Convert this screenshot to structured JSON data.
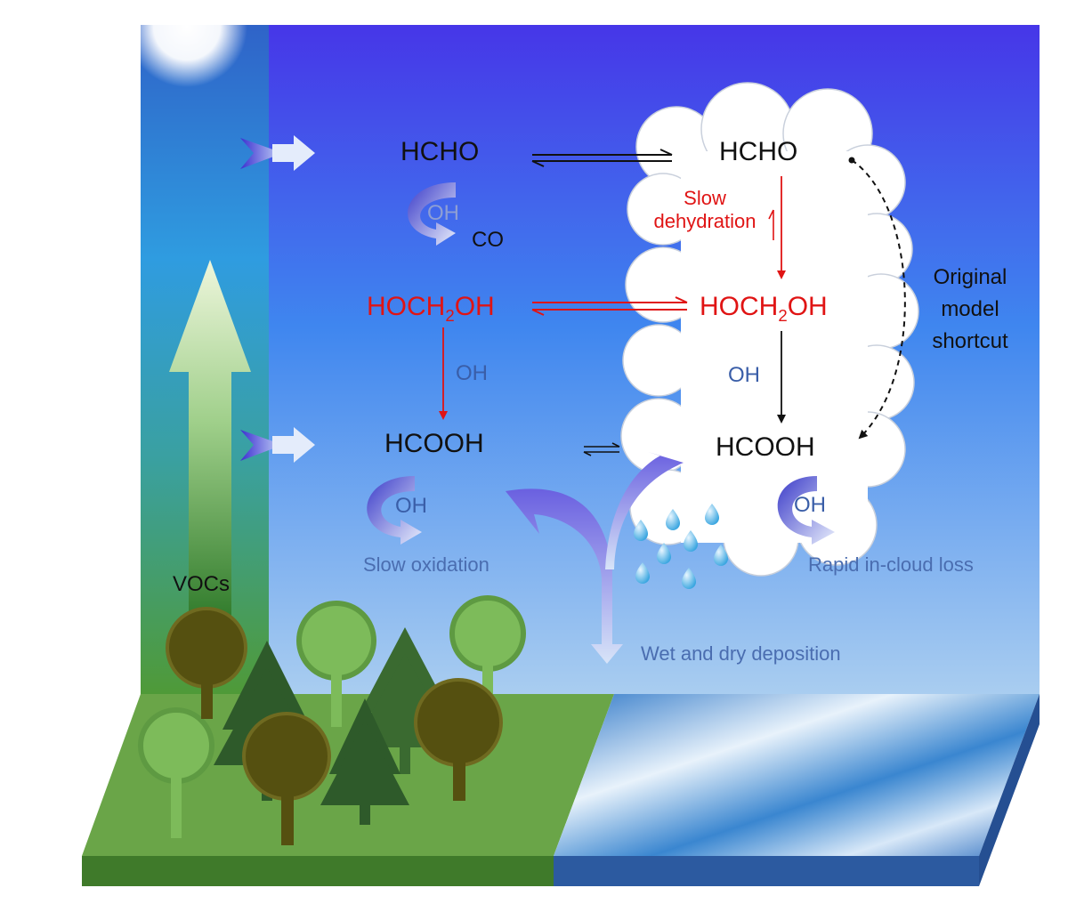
{
  "species": {
    "hcho_gas": "HCHO",
    "hcho_cloud": "HCHO",
    "methanediol_pre": "HOCH",
    "methanediol_sub": "2",
    "methanediol_post": "OH",
    "hcooh_gas": "HCOOH",
    "hcooh_cloud": "HCOOH",
    "co": "CO"
  },
  "oxidant": {
    "oh_hcho": "OH",
    "oh_diol_gas": "OH",
    "oh_diol_cloud": "OH",
    "oh_hcooh_gas": "OH",
    "oh_hcooh_cloud": "OH"
  },
  "process": {
    "slow_dehydration_line1": "Slow",
    "slow_dehydration_line2": "dehydration",
    "shortcut_line1": "Original",
    "shortcut_line2": "model",
    "shortcut_line3": "shortcut",
    "slow_oxidation": "Slow oxidation",
    "rapid_loss": "Rapid in-cloud loss",
    "deposition": "Wet and dry deposition",
    "emissions": "VOCs"
  },
  "colors": {
    "sky_top": "#4636e8",
    "sky_bottom": "#a9cdf0",
    "reaction_red": "#e01414",
    "oh_blue": "#3a5ea8",
    "land_green": "#5b9a3c",
    "water_blue": "#3f6fb5"
  }
}
